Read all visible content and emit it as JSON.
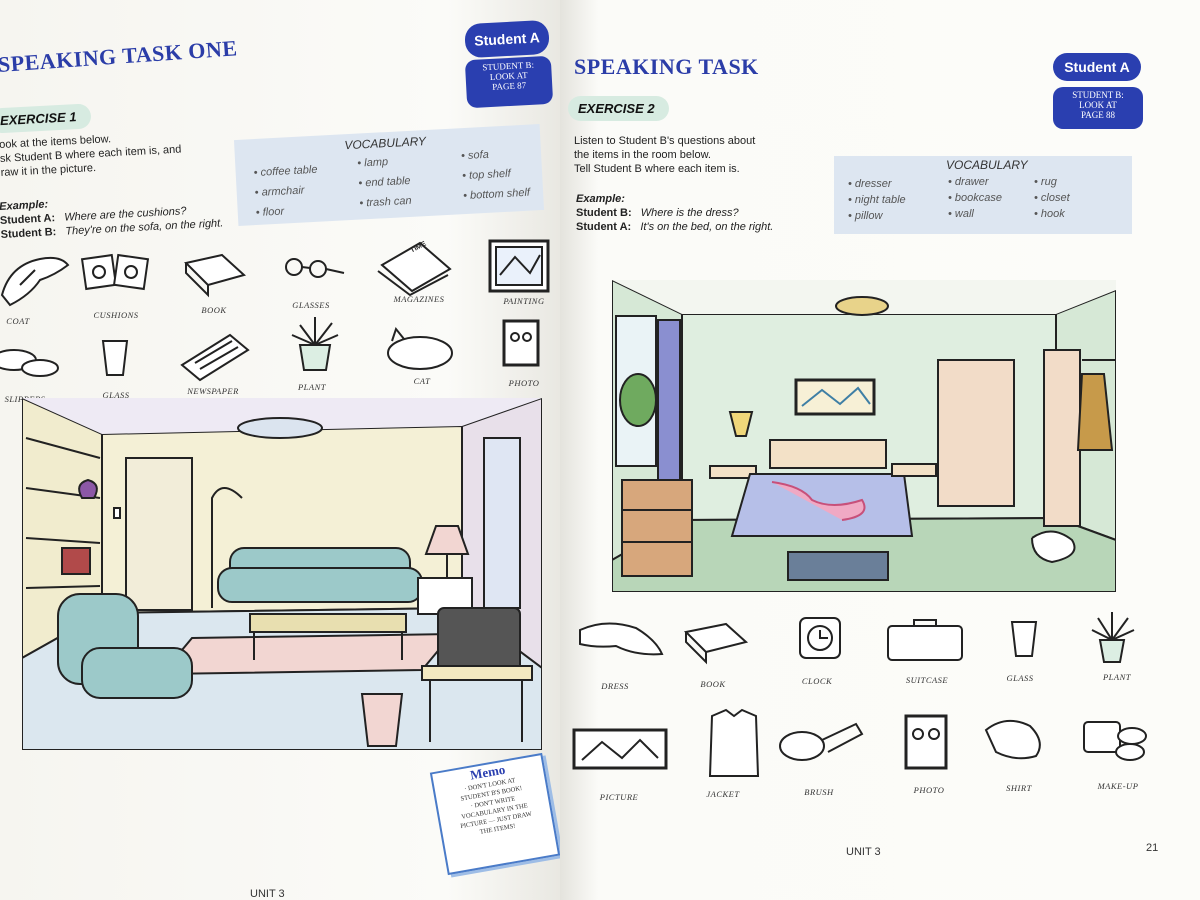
{
  "left_page": {
    "title": "SPEAKING TASK ONE",
    "student_badge": "Student A",
    "student_note": "STUDENT B:\nLOOK AT\nPAGE 87",
    "exercise_label": "EXERCISE 1",
    "instructions": [
      "ook at the items below.",
      "sk Student B where each item is, and",
      "raw it in the picture."
    ],
    "vocabulary": {
      "heading": "VOCABULARY",
      "items": [
        "• coffee table",
        "• armchair",
        "• floor",
        "• lamp",
        "• end table",
        "• trash can",
        "• sofa",
        "• top shelf",
        "• bottom shelf"
      ]
    },
    "example": {
      "label": "Example:",
      "line1_speaker": "Student A:",
      "line1_text": "Where are the cushions?",
      "line2_speaker": "Student B:",
      "line2_text": "They're on the sofa, on the right."
    },
    "items": [
      "COAT",
      "CUSHIONS",
      "BOOK",
      "GLASSES",
      "MAGAZINES",
      "PAINTING",
      "SLIPPERS",
      "GLASS",
      "NEWSPAPER",
      "PLANT",
      "CAT",
      "PHOTO"
    ],
    "magazine_text": "TIME",
    "memo": {
      "title": "Memo",
      "lines": [
        "· DON'T LOOK AT",
        "STUDENT B'S BOOK!",
        "· DON'T WRITE",
        "VOCABULARY IN THE",
        "PICTURE — JUST DRAW",
        "THE ITEMS!"
      ]
    },
    "footer": "UNIT 3"
  },
  "right_page": {
    "title": "SPEAKING TASK",
    "student_badge": "Student A",
    "student_note": "STUDENT B:\nLOOK AT\nPAGE 88",
    "exercise_label": "EXERCISE 2",
    "instructions": [
      "Listen to Student B's questions about",
      "the items in the room below.",
      "Tell Student B where each item is."
    ],
    "vocabulary": {
      "heading": "VOCABULARY",
      "items": [
        "• dresser",
        "• night table",
        "• pillow",
        "• drawer",
        "• bookcase",
        "• wall",
        "• rug",
        "• closet",
        "• hook"
      ]
    },
    "example": {
      "label": "Example:",
      "line1_speaker": "Student B:",
      "line1_text": "Where is the dress?",
      "line2_speaker": "Student A:",
      "line2_text": "It's on the bed, on the right."
    },
    "items": [
      "DRESS",
      "BOOK",
      "CLOCK",
      "SUITCASE",
      "GLASS",
      "PLANT",
      "PICTURE",
      "JACKET",
      "BRUSH",
      "PHOTO",
      "SHIRT",
      "MAKE-UP"
    ],
    "footer": "UNIT 3",
    "page_number": "21"
  },
  "colors": {
    "accent_blue": "#2a3fb0",
    "exercise_green": "#d7ebe1",
    "vocab_blue": "#dde6f1"
  }
}
